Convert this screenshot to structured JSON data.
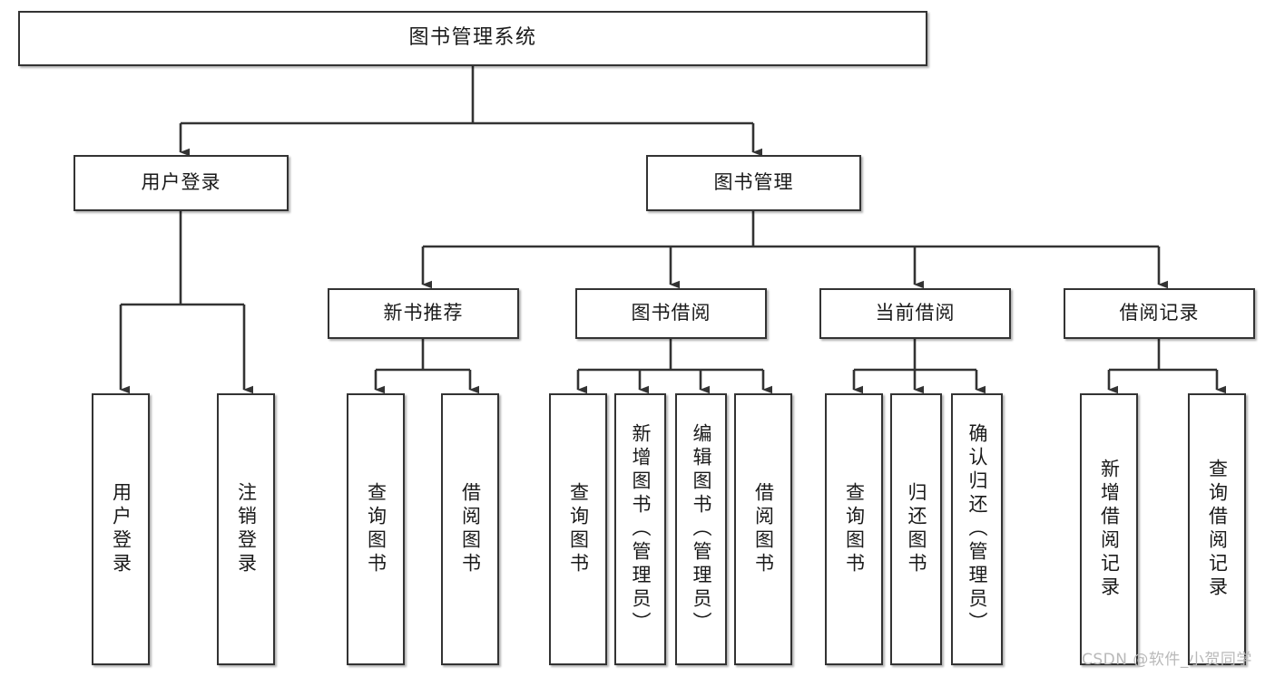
{
  "diagram": {
    "title_node": {
      "label": "图书管理系统"
    },
    "level2": [
      {
        "id": "user-login",
        "label": "用户登录"
      },
      {
        "id": "book-manage",
        "label": "图书管理"
      }
    ],
    "level3": [
      {
        "id": "new-book-recommend",
        "label": "新书推荐"
      },
      {
        "id": "book-borrow",
        "label": "图书借阅"
      },
      {
        "id": "current-borrow",
        "label": "当前借阅"
      },
      {
        "id": "borrow-record",
        "label": "借阅记录"
      }
    ],
    "leaves": [
      {
        "id": "leaf-user-login",
        "label": "用户登录"
      },
      {
        "id": "leaf-logout",
        "label": "注销登录"
      },
      {
        "id": "leaf-query-book-1",
        "label": "查询图书"
      },
      {
        "id": "leaf-borrow-book-1",
        "label": "借阅图书"
      },
      {
        "id": "leaf-query-book-2",
        "label": "查询图书"
      },
      {
        "id": "leaf-add-book",
        "label": "新增图书（管理员）"
      },
      {
        "id": "leaf-edit-book",
        "label": "编辑图书（管理员）"
      },
      {
        "id": "leaf-borrow-book-2",
        "label": "借阅图书"
      },
      {
        "id": "leaf-query-book-3",
        "label": "查询图书"
      },
      {
        "id": "leaf-return-book",
        "label": "归还图书"
      },
      {
        "id": "leaf-confirm-return",
        "label": "确认归还（管理员）"
      },
      {
        "id": "leaf-add-record",
        "label": "新增借阅记录"
      },
      {
        "id": "leaf-query-record",
        "label": "查询借阅记录"
      }
    ],
    "watermark": "CSDN @软件_小贺同学",
    "colors": {
      "stroke": "#333333",
      "background": "#ffffff",
      "text": "#1a1a1a",
      "watermark": "#b9b9b9"
    }
  }
}
